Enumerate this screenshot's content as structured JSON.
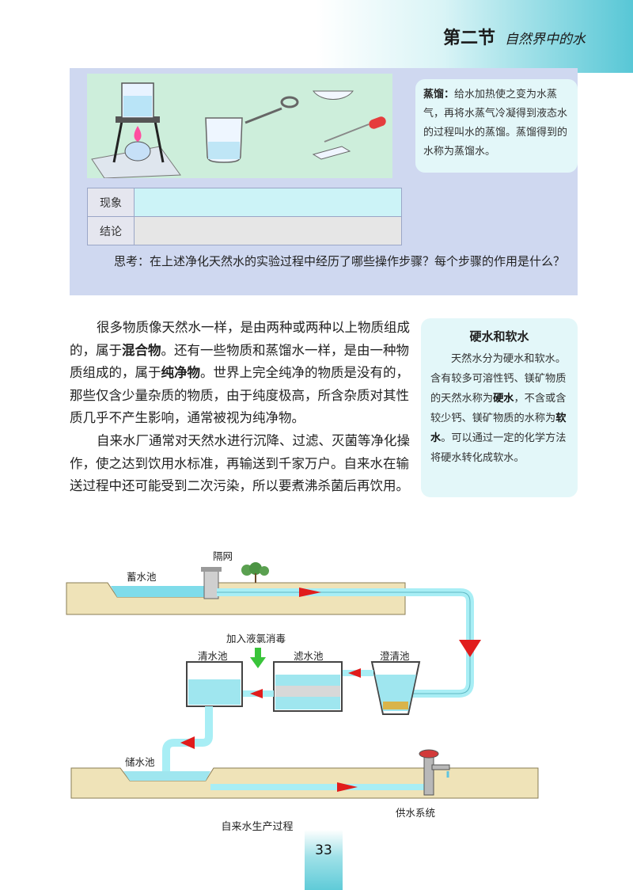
{
  "header": {
    "section_number": "第二节",
    "section_title": "自然界中的水"
  },
  "experiment": {
    "distillation_term": "蒸馏：",
    "distillation_text": "给水加热使之变为水蒸气，再将水蒸气冷凝得到液态水的过程叫水的蒸馏。蒸馏得到的水称为蒸馏水。",
    "table": {
      "row1_label": "现象",
      "row1_value": "",
      "row2_label": "结论",
      "row2_value": ""
    },
    "think": "思考：在上述净化天然水的实验过程中经历了哪些操作步骤？每个步骤的作用是什么？"
  },
  "body": {
    "p1_a": "很多物质像天然水一样，是由两种或两种以上物质组成的，属于",
    "p1_b": "混合物",
    "p1_c": "。还有一些物质和蒸馏水一样，是由一种物质组成的，属于",
    "p1_d": "纯净物",
    "p1_e": "。世界上完全纯净的物质是没有的，那些仅含少量杂质的物质，由于纯度极高，所含杂质对其性质几乎不产生影响，通常被视为纯净物。",
    "p2": "自来水厂通常对天然水进行沉降、过滤、灭菌等净化操作，使之达到饮用水标准，再输送到千家万户。自来水在输送过程中还可能受到二次污染，所以要煮沸杀菌后再饮用。"
  },
  "side_note": {
    "title": "硬水和软水",
    "t1": "天然水分为硬水和软水。含有较多可溶性钙、镁矿物质的天然水称为",
    "b1": "硬水",
    "t2": "，不含或含较少钙、镁矿物质的水称为",
    "b2": "软水",
    "t3": "。可以通过一定的化学方法将硬水转化成软水。"
  },
  "diagram": {
    "label_screen": "隔网",
    "label_reservoir": "蓄水池",
    "label_chlorine": "加入液氯消毒",
    "label_clear_pool": "清水池",
    "label_filter_pool": "滤水池",
    "label_settling_pool": "澄清池",
    "label_storage_pool": "储水池",
    "label_supply": "供水系统",
    "caption": "自来水生产过程",
    "colors": {
      "water": "#7fdcea",
      "pipe": "#a8eef5",
      "arrow": "#e11c1c",
      "ground": "#efe3b8",
      "chlorine": "#39c43a"
    }
  },
  "page_number": "33"
}
